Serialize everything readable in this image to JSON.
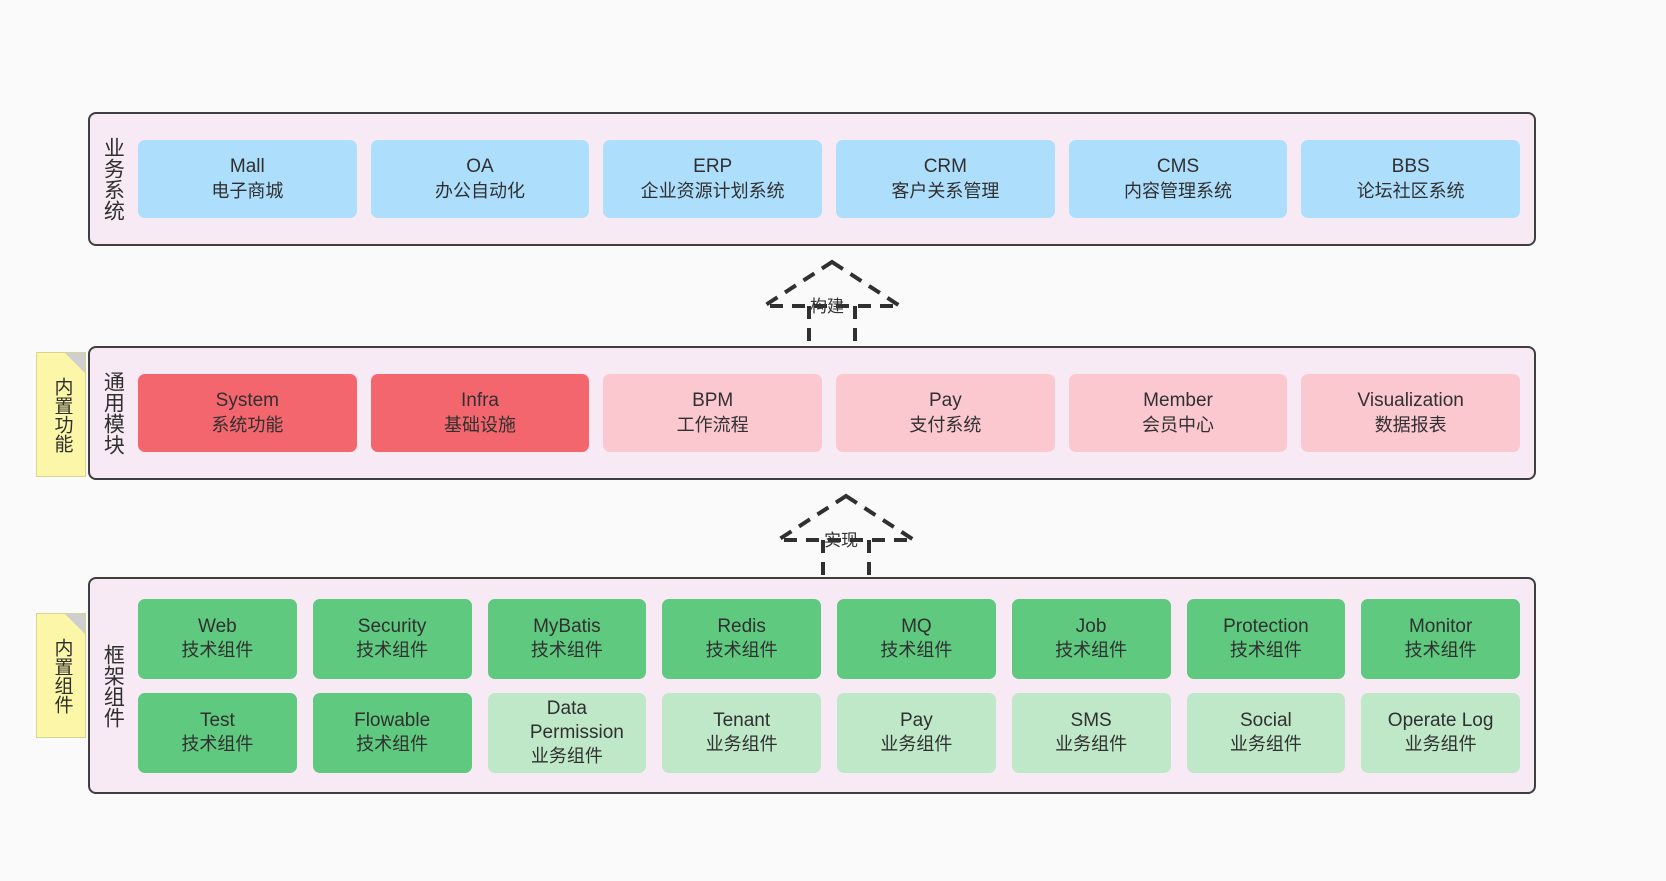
{
  "diagram": {
    "background": "#fafafa",
    "band_background": "#f7eaf4",
    "border_color": "#3f3f3f",
    "sticky_color": "#fcf7a8"
  },
  "layers": [
    {
      "id": "business-system",
      "title": "业务系统",
      "sticky": null,
      "rows": [
        {
          "items": [
            {
              "title": "Mall",
              "sub": "电子商城",
              "color": "#addefc",
              "tone": "c-blue"
            },
            {
              "title": "OA",
              "sub": "办公自动化",
              "color": "#addefc",
              "tone": "c-blue"
            },
            {
              "title": "ERP",
              "sub": "企业资源计划系统",
              "color": "#addefc",
              "tone": "c-blue"
            },
            {
              "title": "CRM",
              "sub": "客户关系管理",
              "color": "#addefc",
              "tone": "c-blue"
            },
            {
              "title": "CMS",
              "sub": "内容管理系统",
              "color": "#addefc",
              "tone": "c-blue"
            },
            {
              "title": "BBS",
              "sub": "论坛社区系统",
              "color": "#addefc",
              "tone": "c-blue"
            }
          ]
        }
      ]
    },
    {
      "id": "common-module",
      "title": "通用模块",
      "sticky": "内置功能",
      "rows": [
        {
          "items": [
            {
              "title": "System",
              "sub": "系统功能",
              "color": "#f4666e",
              "tone": "c-red"
            },
            {
              "title": "Infra",
              "sub": "基础设施",
              "color": "#f4666e",
              "tone": "c-red"
            },
            {
              "title": "BPM",
              "sub": "工作流程",
              "color": "#fbc8cf",
              "tone": "c-pink"
            },
            {
              "title": "Pay",
              "sub": "支付系统",
              "color": "#fbc8cf",
              "tone": "c-pink"
            },
            {
              "title": "Member",
              "sub": "会员中心",
              "color": "#fbc8cf",
              "tone": "c-pink"
            },
            {
              "title": "Visualization",
              "sub": "数据报表",
              "color": "#fbc8cf",
              "tone": "c-pink"
            }
          ]
        }
      ]
    },
    {
      "id": "framework-component",
      "title": "框架组件",
      "sticky": "内置组件",
      "rows": [
        {
          "items": [
            {
              "title": "Web",
              "sub": "技术组件",
              "color": "#5fc97f",
              "tone": "c-green"
            },
            {
              "title": "Security",
              "sub": "技术组件",
              "color": "#5fc97f",
              "tone": "c-green"
            },
            {
              "title": "MyBatis",
              "sub": "技术组件",
              "color": "#5fc97f",
              "tone": "c-green"
            },
            {
              "title": "Redis",
              "sub": "技术组件",
              "color": "#5fc97f",
              "tone": "c-green"
            },
            {
              "title": "MQ",
              "sub": "技术组件",
              "color": "#5fc97f",
              "tone": "c-green"
            },
            {
              "title": "Job",
              "sub": "技术组件",
              "color": "#5fc97f",
              "tone": "c-green"
            },
            {
              "title": "Protection",
              "sub": "技术组件",
              "color": "#5fc97f",
              "tone": "c-green"
            },
            {
              "title": "Monitor",
              "sub": "技术组件",
              "color": "#5fc97f",
              "tone": "c-green"
            }
          ]
        },
        {
          "items": [
            {
              "title": "Test",
              "sub": "技术组件",
              "color": "#5fc97f",
              "tone": "c-green"
            },
            {
              "title": "Flowable",
              "sub": "技术组件",
              "color": "#5fc97f",
              "tone": "c-green"
            },
            {
              "title": "Data Permission",
              "sub": "业务组件",
              "color": "#bfe8c8",
              "tone": "c-lgreen"
            },
            {
              "title": "Tenant",
              "sub": "业务组件",
              "color": "#bfe8c8",
              "tone": "c-lgreen"
            },
            {
              "title": "Pay",
              "sub": "业务组件",
              "color": "#bfe8c8",
              "tone": "c-lgreen"
            },
            {
              "title": "SMS",
              "sub": "业务组件",
              "color": "#bfe8c8",
              "tone": "c-lgreen"
            },
            {
              "title": "Social",
              "sub": "业务组件",
              "color": "#bfe8c8",
              "tone": "c-lgreen"
            },
            {
              "title": "Operate Log",
              "sub": "业务组件",
              "color": "#bfe8c8",
              "tone": "c-lgreen"
            }
          ]
        }
      ]
    }
  ],
  "connectors": [
    {
      "id": "build",
      "label": "构建",
      "from": "common-module",
      "to": "business-system"
    },
    {
      "id": "implement",
      "label": "实现",
      "from": "framework-component",
      "to": "common-module"
    }
  ]
}
